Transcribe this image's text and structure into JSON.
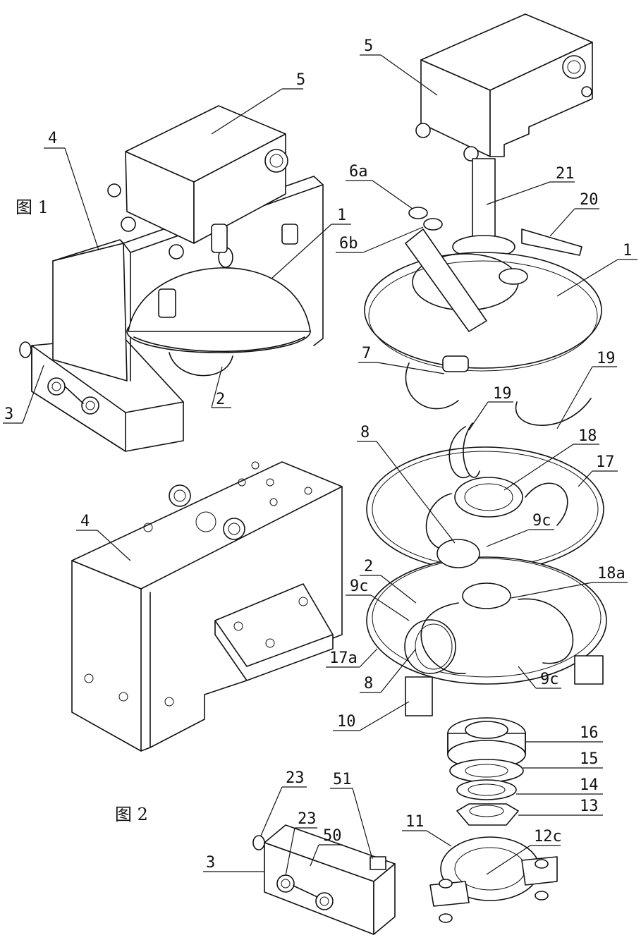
{
  "figure1": {
    "title": "图 1"
  },
  "figure2": {
    "title": "图 2"
  },
  "labels": {
    "f1_5": "5",
    "f1_4": "4",
    "f1_1": "1",
    "f1_2": "2",
    "f1_3": "3",
    "e5": "5",
    "e21": "21",
    "e6a": "6a",
    "e20": "20",
    "e6b": "6b",
    "e1": "1",
    "e7": "7",
    "e19a": "19",
    "e19b": "19",
    "e8a": "8",
    "e18": "18",
    "e17": "17",
    "e9ca": "9c",
    "e2": "2",
    "e9cb": "9c",
    "e18a": "18a",
    "e17a": "17a",
    "e8b": "8",
    "e9cc": "9c",
    "e10": "10",
    "e16": "16",
    "e15": "15",
    "e14": "14",
    "e13": "13",
    "e11": "11",
    "e12c": "12c",
    "f2_4": "4",
    "f2_23a": "23",
    "f2_23b": "23",
    "f2_51": "51",
    "f2_50": "50",
    "f2_3": "3"
  }
}
